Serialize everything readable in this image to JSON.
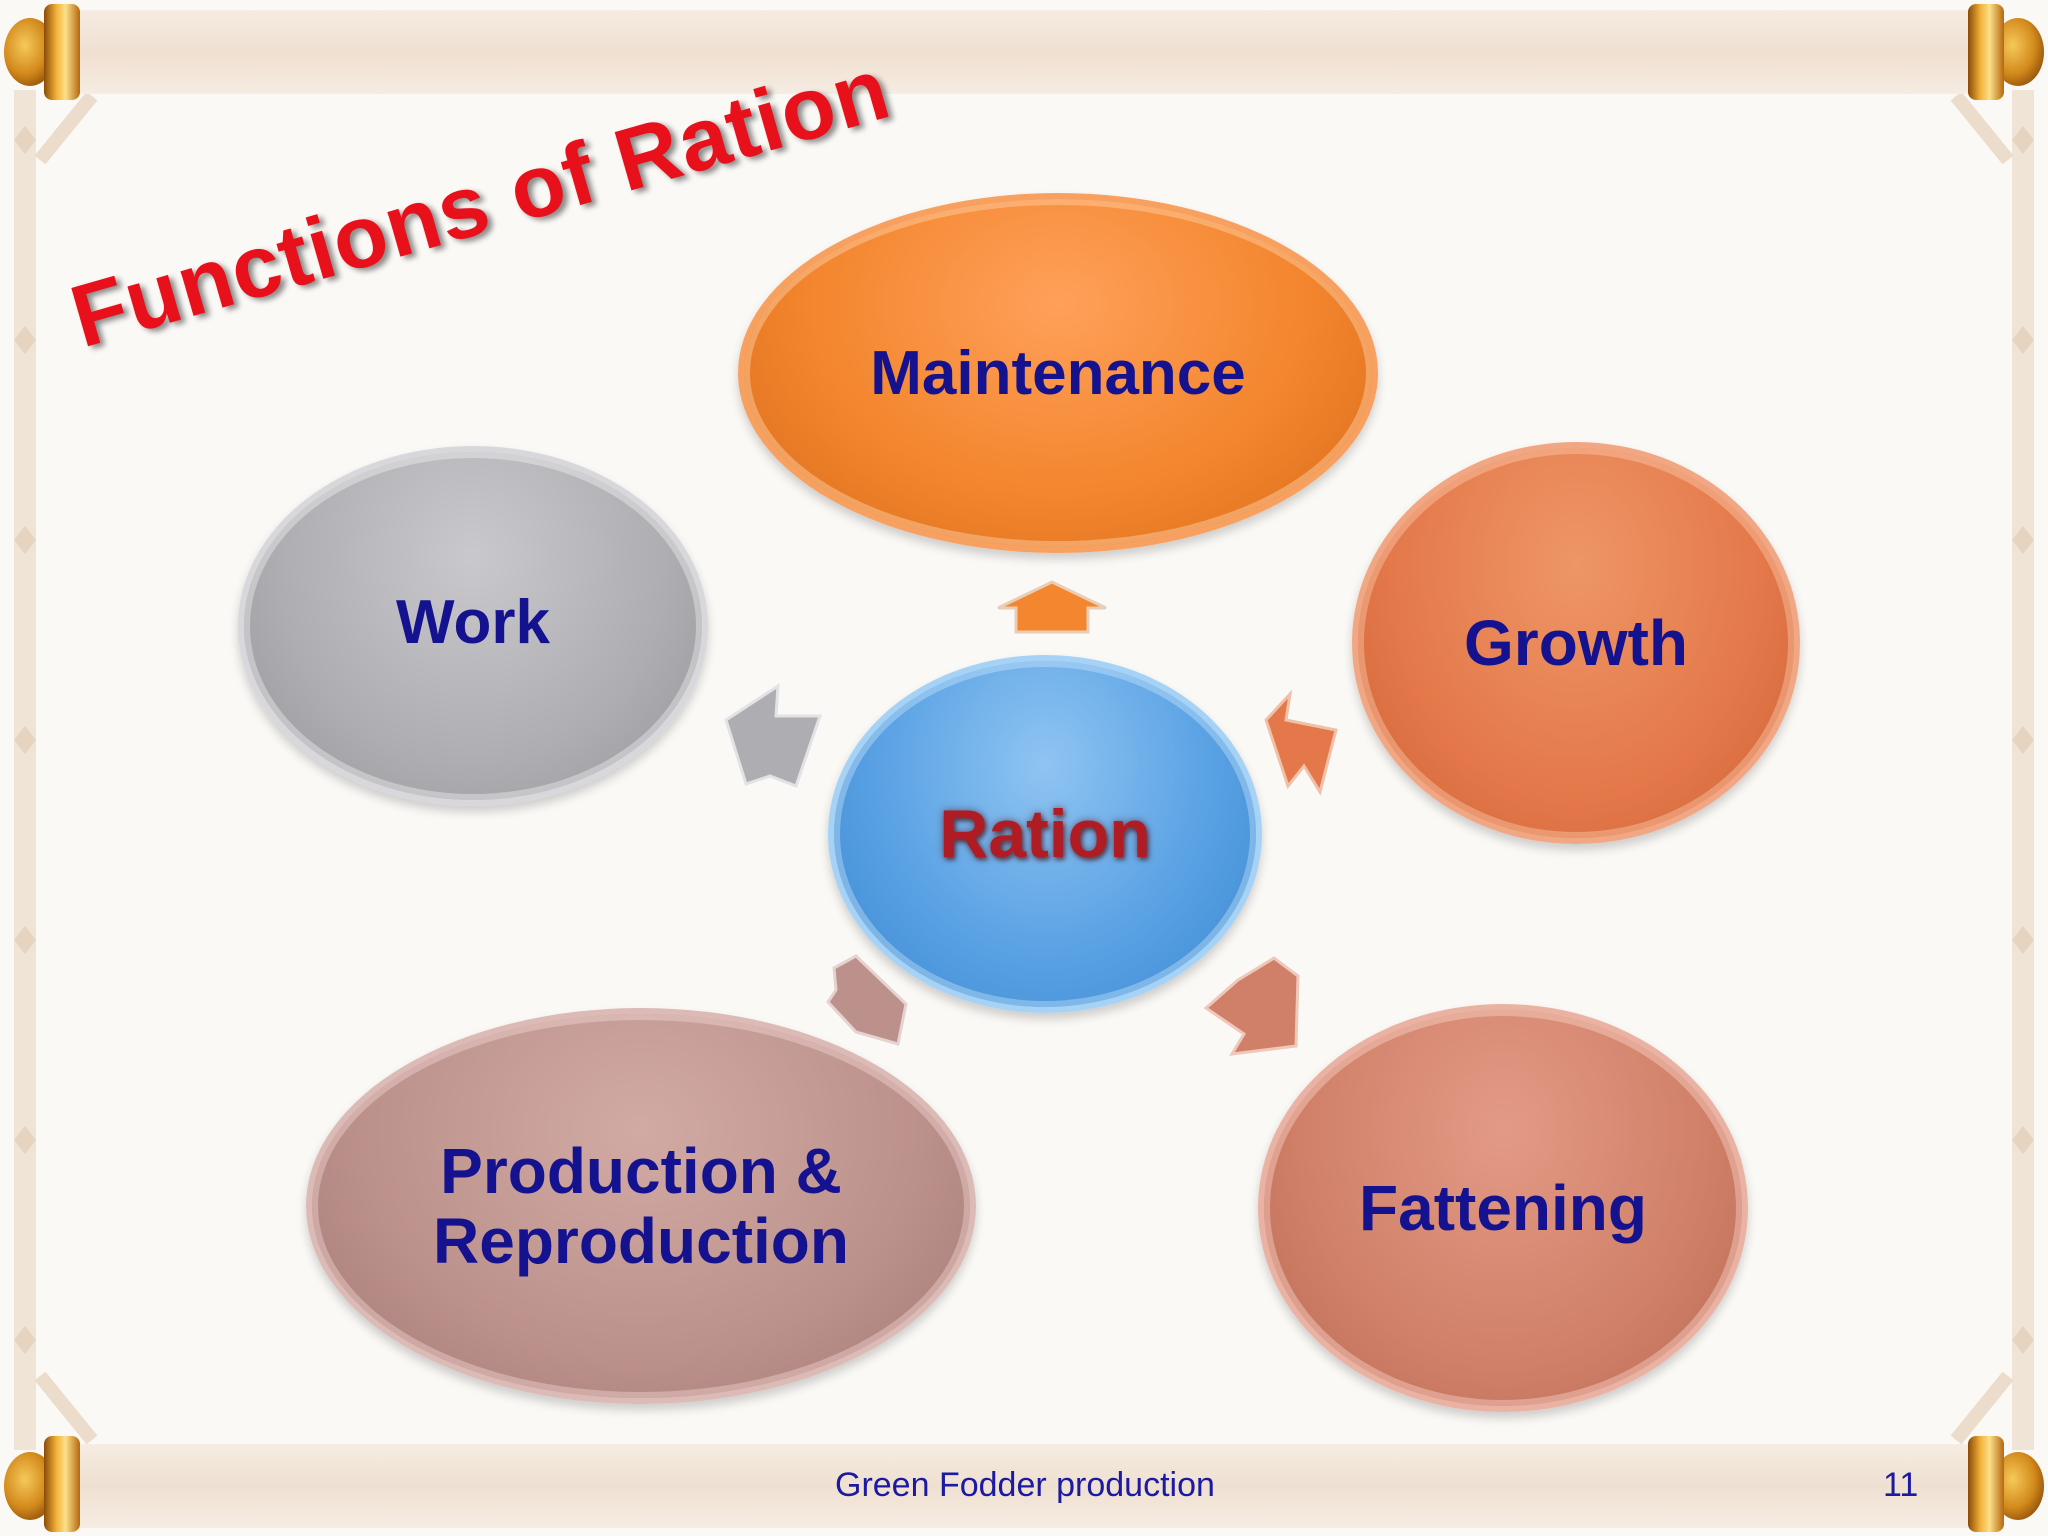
{
  "slide": {
    "title": "Functions of Ration",
    "footer": "Green Fodder production",
    "page_number": "11"
  },
  "diagram": {
    "center": {
      "label": "Ration",
      "color": "#5aa2e4"
    },
    "nodes": [
      {
        "id": "maintenance",
        "label": "Maintenance",
        "color": "#f3862e"
      },
      {
        "id": "work",
        "label": "Work",
        "color": "#aeadb1"
      },
      {
        "id": "growth",
        "label": "Growth",
        "color": "#e4784a"
      },
      {
        "id": "production",
        "label_line1": "Production &",
        "label_line2": "Reproduction",
        "color": "#bc918c"
      },
      {
        "id": "fattening",
        "label": "Fattening",
        "color": "#d08068"
      }
    ],
    "colors": {
      "title": "#e8101a",
      "node_text": "#15128f",
      "center_text": "#b01c24",
      "footer_text": "#1c1aa0"
    }
  }
}
